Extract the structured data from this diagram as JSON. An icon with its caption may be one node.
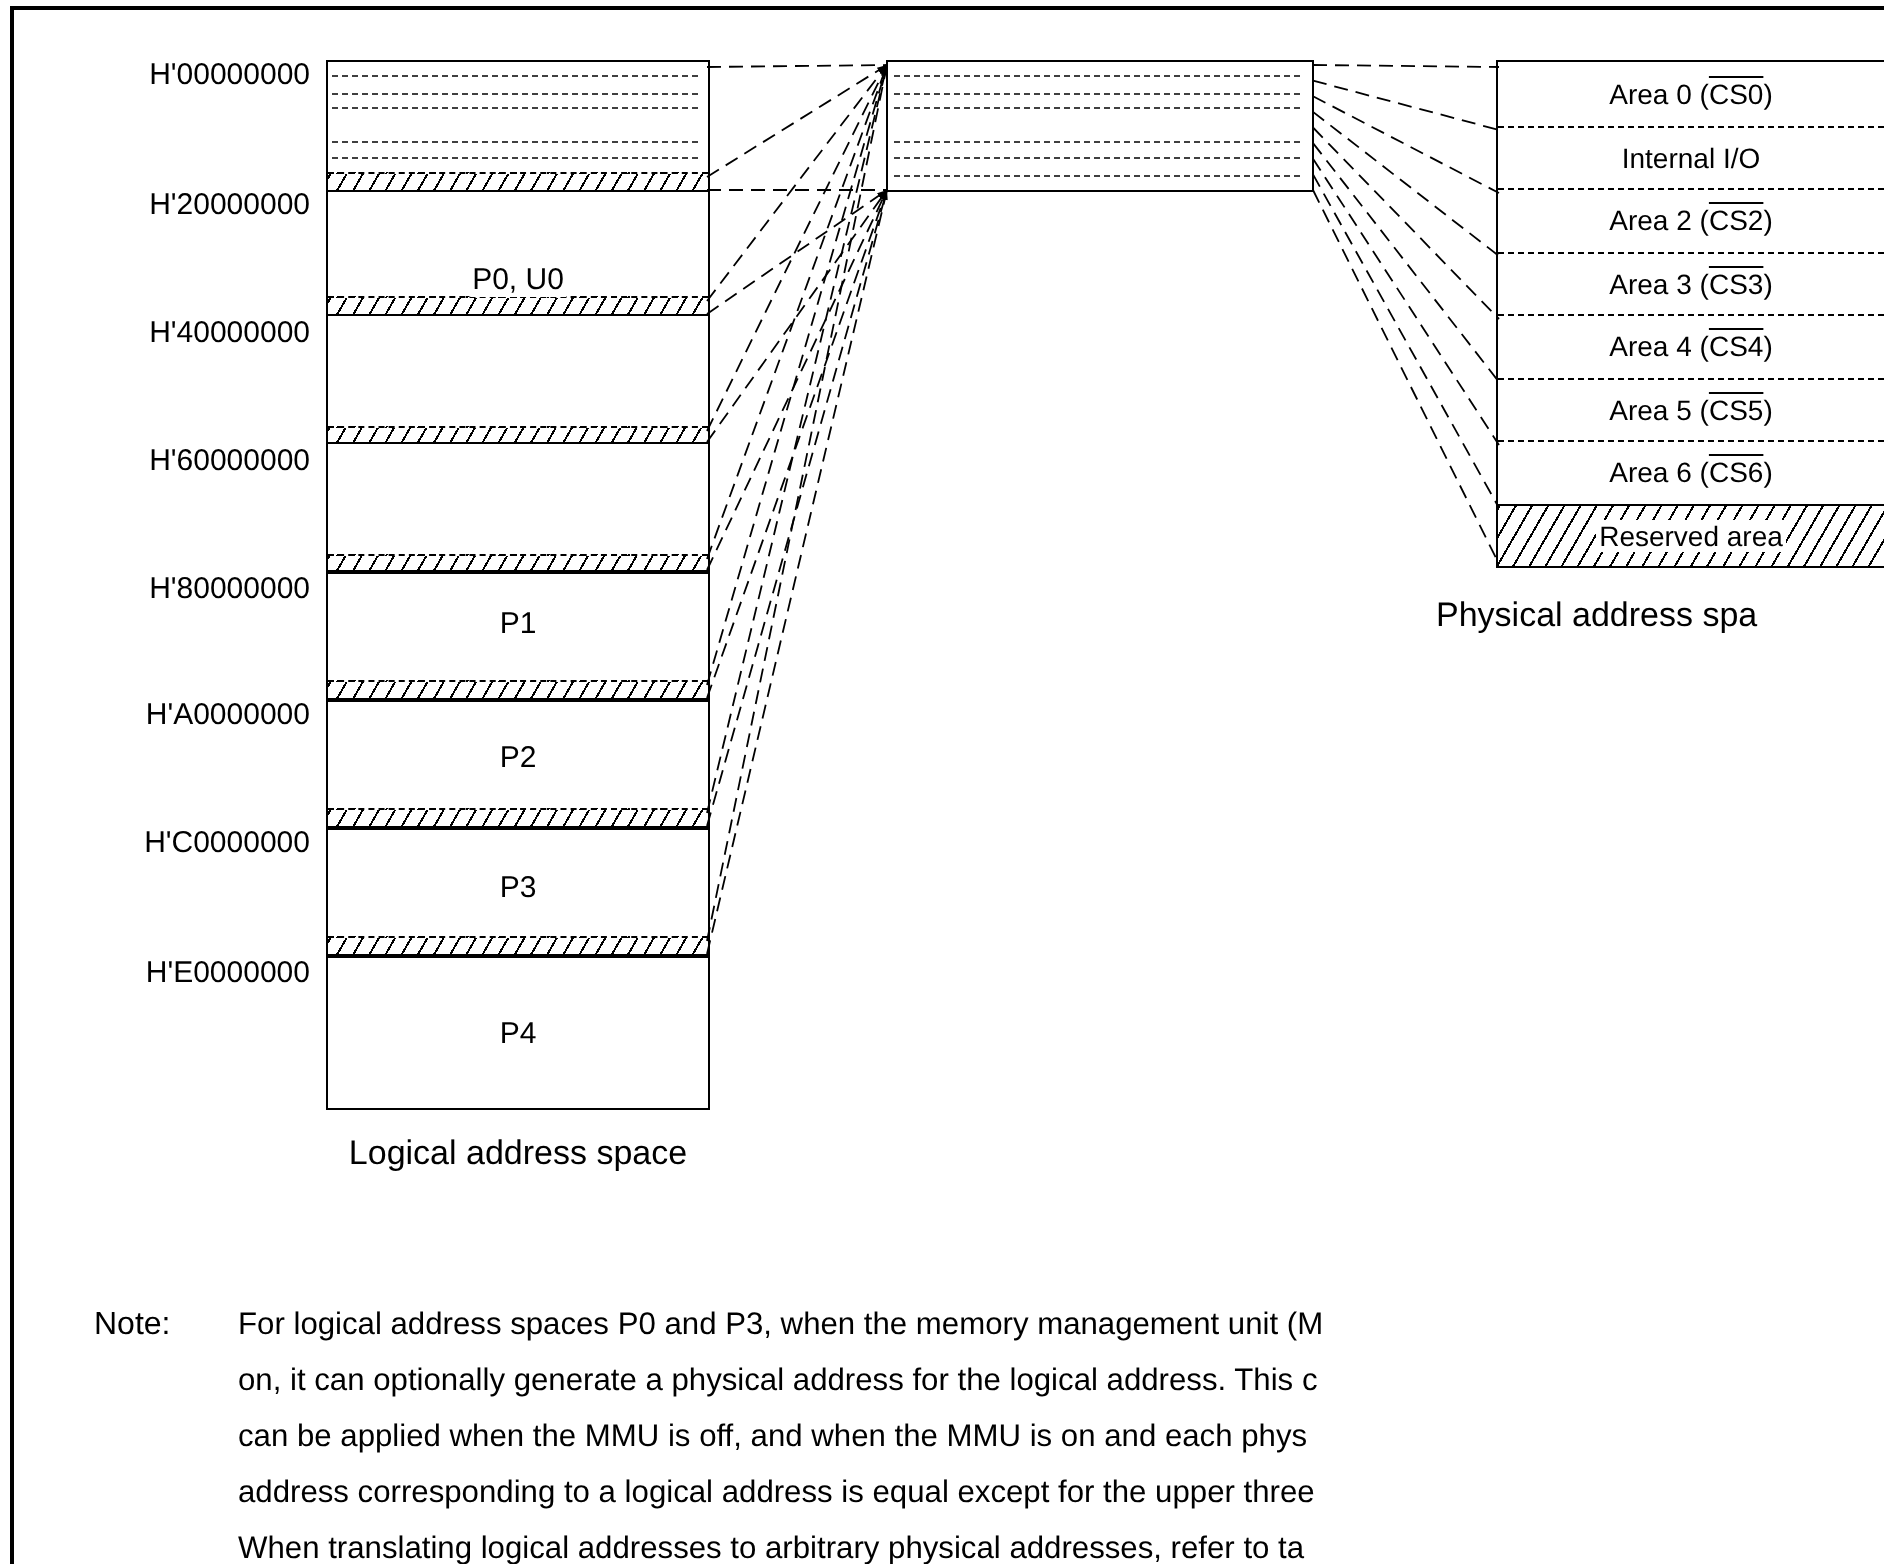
{
  "diagram": {
    "nodes": [
      {
        "text": [],
        "shape": "box",
        "beside": [
          "Logical address space"
        ]
      },
      {
        "text": [
          "P0, U0"
        ],
        "in": 0
      },
      {
        "text": [],
        "shape": "bar",
        "in": 1
      },
      {
        "text": [],
        "shape": "bar",
        "in": 1
      },
      {
        "text": [],
        "shape": "bar",
        "in": 1
      },
      {
        "text": [],
        "shape": "bar",
        "in": 1
      },
      {
        "text": [
          "P1"
        ],
        "in": 0
      },
      {
        "text": [],
        "shape": "bar",
        "in": 6
      },
      {
        "text": [
          "P2"
        ],
        "in": 0
      },
      {
        "text": [],
        "shape": "bar",
        "in": 8
      },
      {
        "text": [
          "P3"
        ],
        "in": 0
      },
      {
        "text": [],
        "shape": "bar",
        "in": 10
      },
      {
        "text": [
          "P4"
        ],
        "in": 0
      },
      {
        "text": [],
        "shape": "box"
      },
      {
        "text": [],
        "shape": "box",
        "beside": [
          "Physical address spa"
        ]
      },
      {
        "text": [
          "Area 0 (CS0)"
        ],
        "in": 14
      },
      {
        "text": [
          "Internal I/O"
        ],
        "in": 14
      },
      {
        "text": [
          "Area 2 (CS2)"
        ],
        "in": 14
      },
      {
        "text": [
          "Area 3 (CS3)"
        ],
        "in": 14
      },
      {
        "text": [
          "Area 4 (CS4)"
        ],
        "in": 14
      },
      {
        "text": [
          "Area 5 (CS5)"
        ],
        "in": 14
      },
      {
        "text": [
          "Area 6 (CS6)"
        ],
        "in": 14
      },
      {
        "text": [
          "Reserved area"
        ],
        "in": 14
      }
    ],
    "edges": [
      {
        "from": 1,
        "to": 13,
        "arrow": "none",
        "style": "dashed"
      },
      {
        "from": 2,
        "to": 13,
        "arrow": "to",
        "style": "dashed"
      },
      {
        "from": 2,
        "to": 13,
        "arrow": "none",
        "style": "dashed"
      },
      {
        "from": 3,
        "to": 13,
        "arrow": "to",
        "style": "dashed"
      },
      {
        "from": 3,
        "to": 13,
        "arrow": "to",
        "style": "dashed"
      },
      {
        "from": 4,
        "to": 13,
        "arrow": "to",
        "style": "dashed"
      },
      {
        "from": 4,
        "to": 13,
        "arrow": "to",
        "style": "dashed"
      },
      {
        "from": 5,
        "to": 13,
        "arrow": "to",
        "style": "dashed"
      },
      {
        "from": 5,
        "to": 13,
        "arrow": "to",
        "style": "dashed"
      },
      {
        "from": 7,
        "to": 13,
        "arrow": "to",
        "style": "dashed"
      },
      {
        "from": 7,
        "to": 13,
        "arrow": "to",
        "style": "dashed"
      },
      {
        "from": 9,
        "to": 13,
        "arrow": "to",
        "style": "dashed"
      },
      {
        "from": 9,
        "to": 13,
        "arrow": "to",
        "style": "dashed"
      },
      {
        "from": 11,
        "to": 13,
        "arrow": "to",
        "style": "dashed"
      },
      {
        "from": 11,
        "to": 13,
        "arrow": "to",
        "style": "dashed"
      },
      {
        "from": 13,
        "to": 15,
        "arrow": "none",
        "style": "dashed"
      },
      {
        "from": 13,
        "to": 16,
        "arrow": "none",
        "style": "dashed"
      },
      {
        "from": 13,
        "to": 17,
        "arrow": "none",
        "style": "dashed"
      },
      {
        "from": 13,
        "to": 18,
        "arrow": "none",
        "style": "dashed"
      },
      {
        "from": 13,
        "to": 19,
        "arrow": "none",
        "style": "dashed"
      },
      {
        "from": 13,
        "to": 20,
        "arrow": "none",
        "style": "dashed"
      },
      {
        "from": 13,
        "to": 21,
        "arrow": "none",
        "style": "dashed"
      },
      {
        "from": 13,
        "to": 22,
        "arrow": "none",
        "style": "dashed"
      },
      {
        "from": 13,
        "to": 22,
        "arrow": "none",
        "style": "dashed"
      }
    ],
    "labels": [
      "H'00000000",
      "H'20000000",
      "H'40000000",
      "H'60000000",
      "H'80000000",
      "H'A0000000",
      "H'C0000000",
      "H'E0000000",
      "Note:",
      "For logical address spaces P0 and P3, when the memory management unit (M",
      "on, it can optionally generate a physical address for the logical address. This c",
      "can be applied when the MMU is off, and when the MMU is on and each phys",
      "address corresponding to a logical address is equal except for the upper three",
      "When translating logical addresses to arbitrary physical addresses, refer to ta"
    ]
  }
}
